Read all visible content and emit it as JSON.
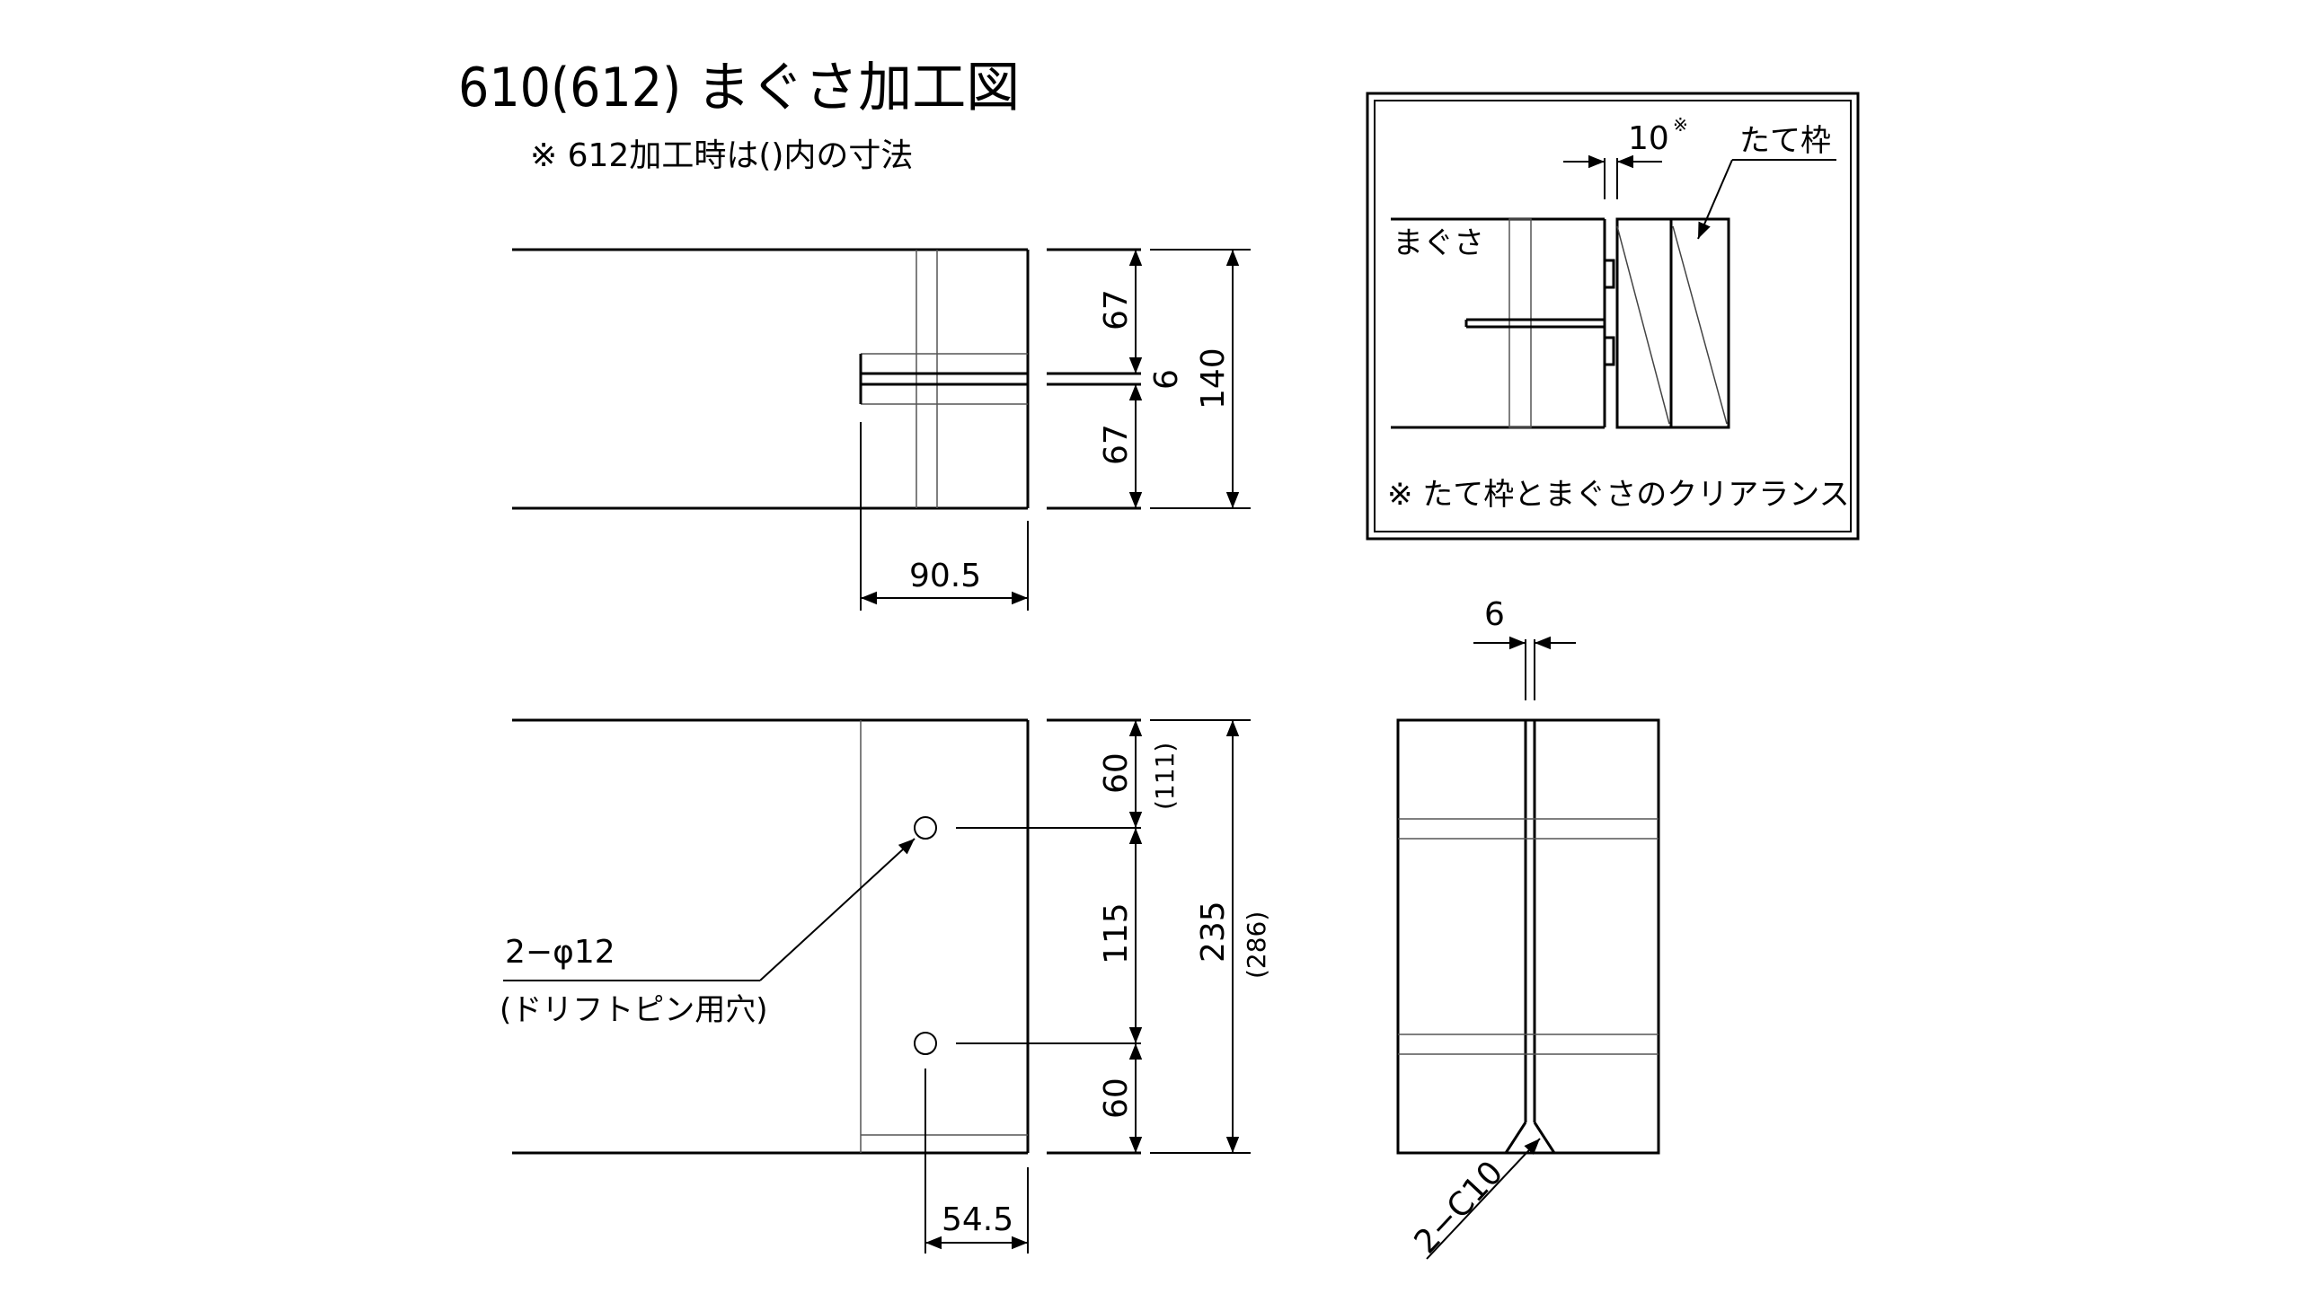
{
  "title": "610(612) まぐさ加工図",
  "note_top": "※ 612加工時は()内の寸法",
  "top_view": {
    "dim_67_upper": "67",
    "dim_6": "6",
    "dim_67_lower": "67",
    "dim_140": "140",
    "dim_90_5": "90.5"
  },
  "front_view": {
    "dim_60_upper": "60",
    "dim_111": "(111)",
    "dim_115": "115",
    "dim_60_lower": "60",
    "dim_235": "235",
    "dim_286": "(286)",
    "dim_54_5": "54.5",
    "hole_label": "2−φ12",
    "hole_note": "(ドリフトピン用穴)"
  },
  "end_view": {
    "dim_6": "6",
    "chamfer": "2−C10"
  },
  "detail": {
    "dim_10": "10",
    "dim_10_mark": "※",
    "label_frame": "たて枠",
    "label_lintel": "まぐさ",
    "caption": "※ たて枠とまぐさのクリアランス"
  }
}
